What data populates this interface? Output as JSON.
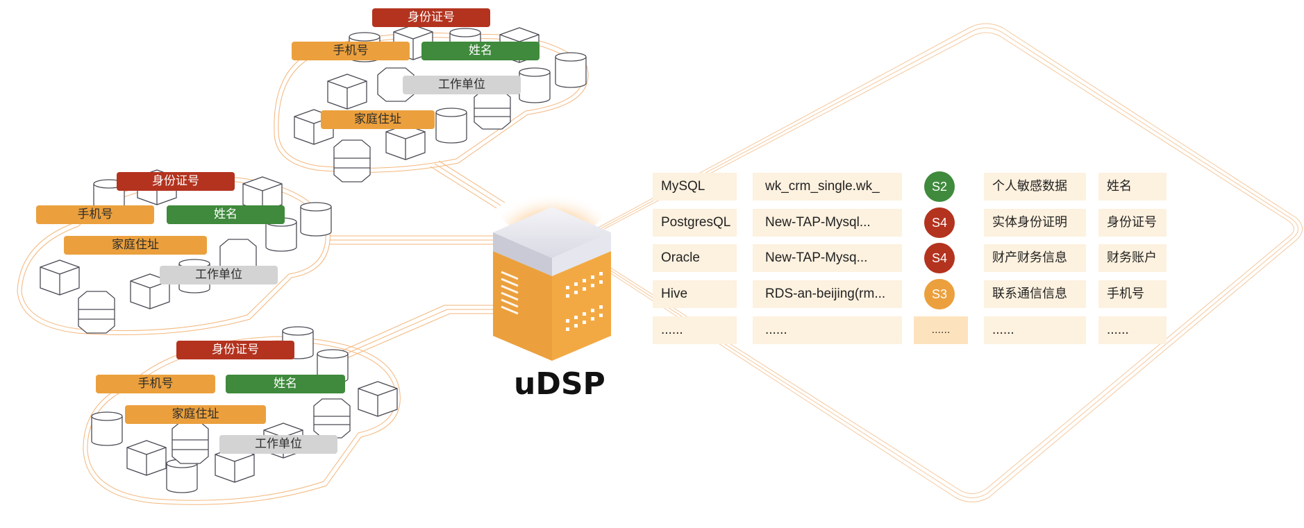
{
  "colors": {
    "red": "#b3331f",
    "orange": "#eba03d",
    "green": "#3f8a3c",
    "grey": "#d3d3d3",
    "row_bg": "#fdf1df",
    "line": "#f3b57a"
  },
  "product_name": "uDSP",
  "clusters": [
    {
      "tags": [
        {
          "label": "身份证号",
          "color": "red"
        },
        {
          "label": "手机号",
          "color": "orange"
        },
        {
          "label": "姓名",
          "color": "green"
        },
        {
          "label": "工作单位",
          "color": "grey"
        },
        {
          "label": "家庭住址",
          "color": "orange"
        }
      ]
    },
    {
      "tags": [
        {
          "label": "身份证号",
          "color": "red"
        },
        {
          "label": "手机号",
          "color": "orange"
        },
        {
          "label": "姓名",
          "color": "green"
        },
        {
          "label": "家庭住址",
          "color": "orange"
        },
        {
          "label": "工作单位",
          "color": "grey"
        }
      ]
    },
    {
      "tags": [
        {
          "label": "身份证号",
          "color": "red"
        },
        {
          "label": "手机号",
          "color": "orange"
        },
        {
          "label": "姓名",
          "color": "green"
        },
        {
          "label": "家庭住址",
          "color": "orange"
        },
        {
          "label": "工作单位",
          "color": "grey"
        }
      ]
    }
  ],
  "table": {
    "rows": [
      {
        "db": "MySQL",
        "source": "wk_crm_single.wk_",
        "level": "S2",
        "level_color": "#3f8a3c",
        "category": "个人敏感数据",
        "field": "姓名"
      },
      {
        "db": "PostgresQL",
        "source": "New-TAP-Mysql...",
        "level": "S4",
        "level_color": "#b3331f",
        "category": "实体身份证明",
        "field": "身份证号"
      },
      {
        "db": "Oracle",
        "source": "New-TAP-Mysq...",
        "level": "S4",
        "level_color": "#b3331f",
        "category": "财产财务信息",
        "field": "财务账户"
      },
      {
        "db": "Hive",
        "source": "RDS-an-beijing(rm...",
        "level": "S3",
        "level_color": "#eba03d",
        "category": "联系通信信息",
        "field": "手机号"
      }
    ],
    "more": {
      "db": "......",
      "source": "......",
      "level": "......",
      "category": "......",
      "field": "......"
    }
  }
}
